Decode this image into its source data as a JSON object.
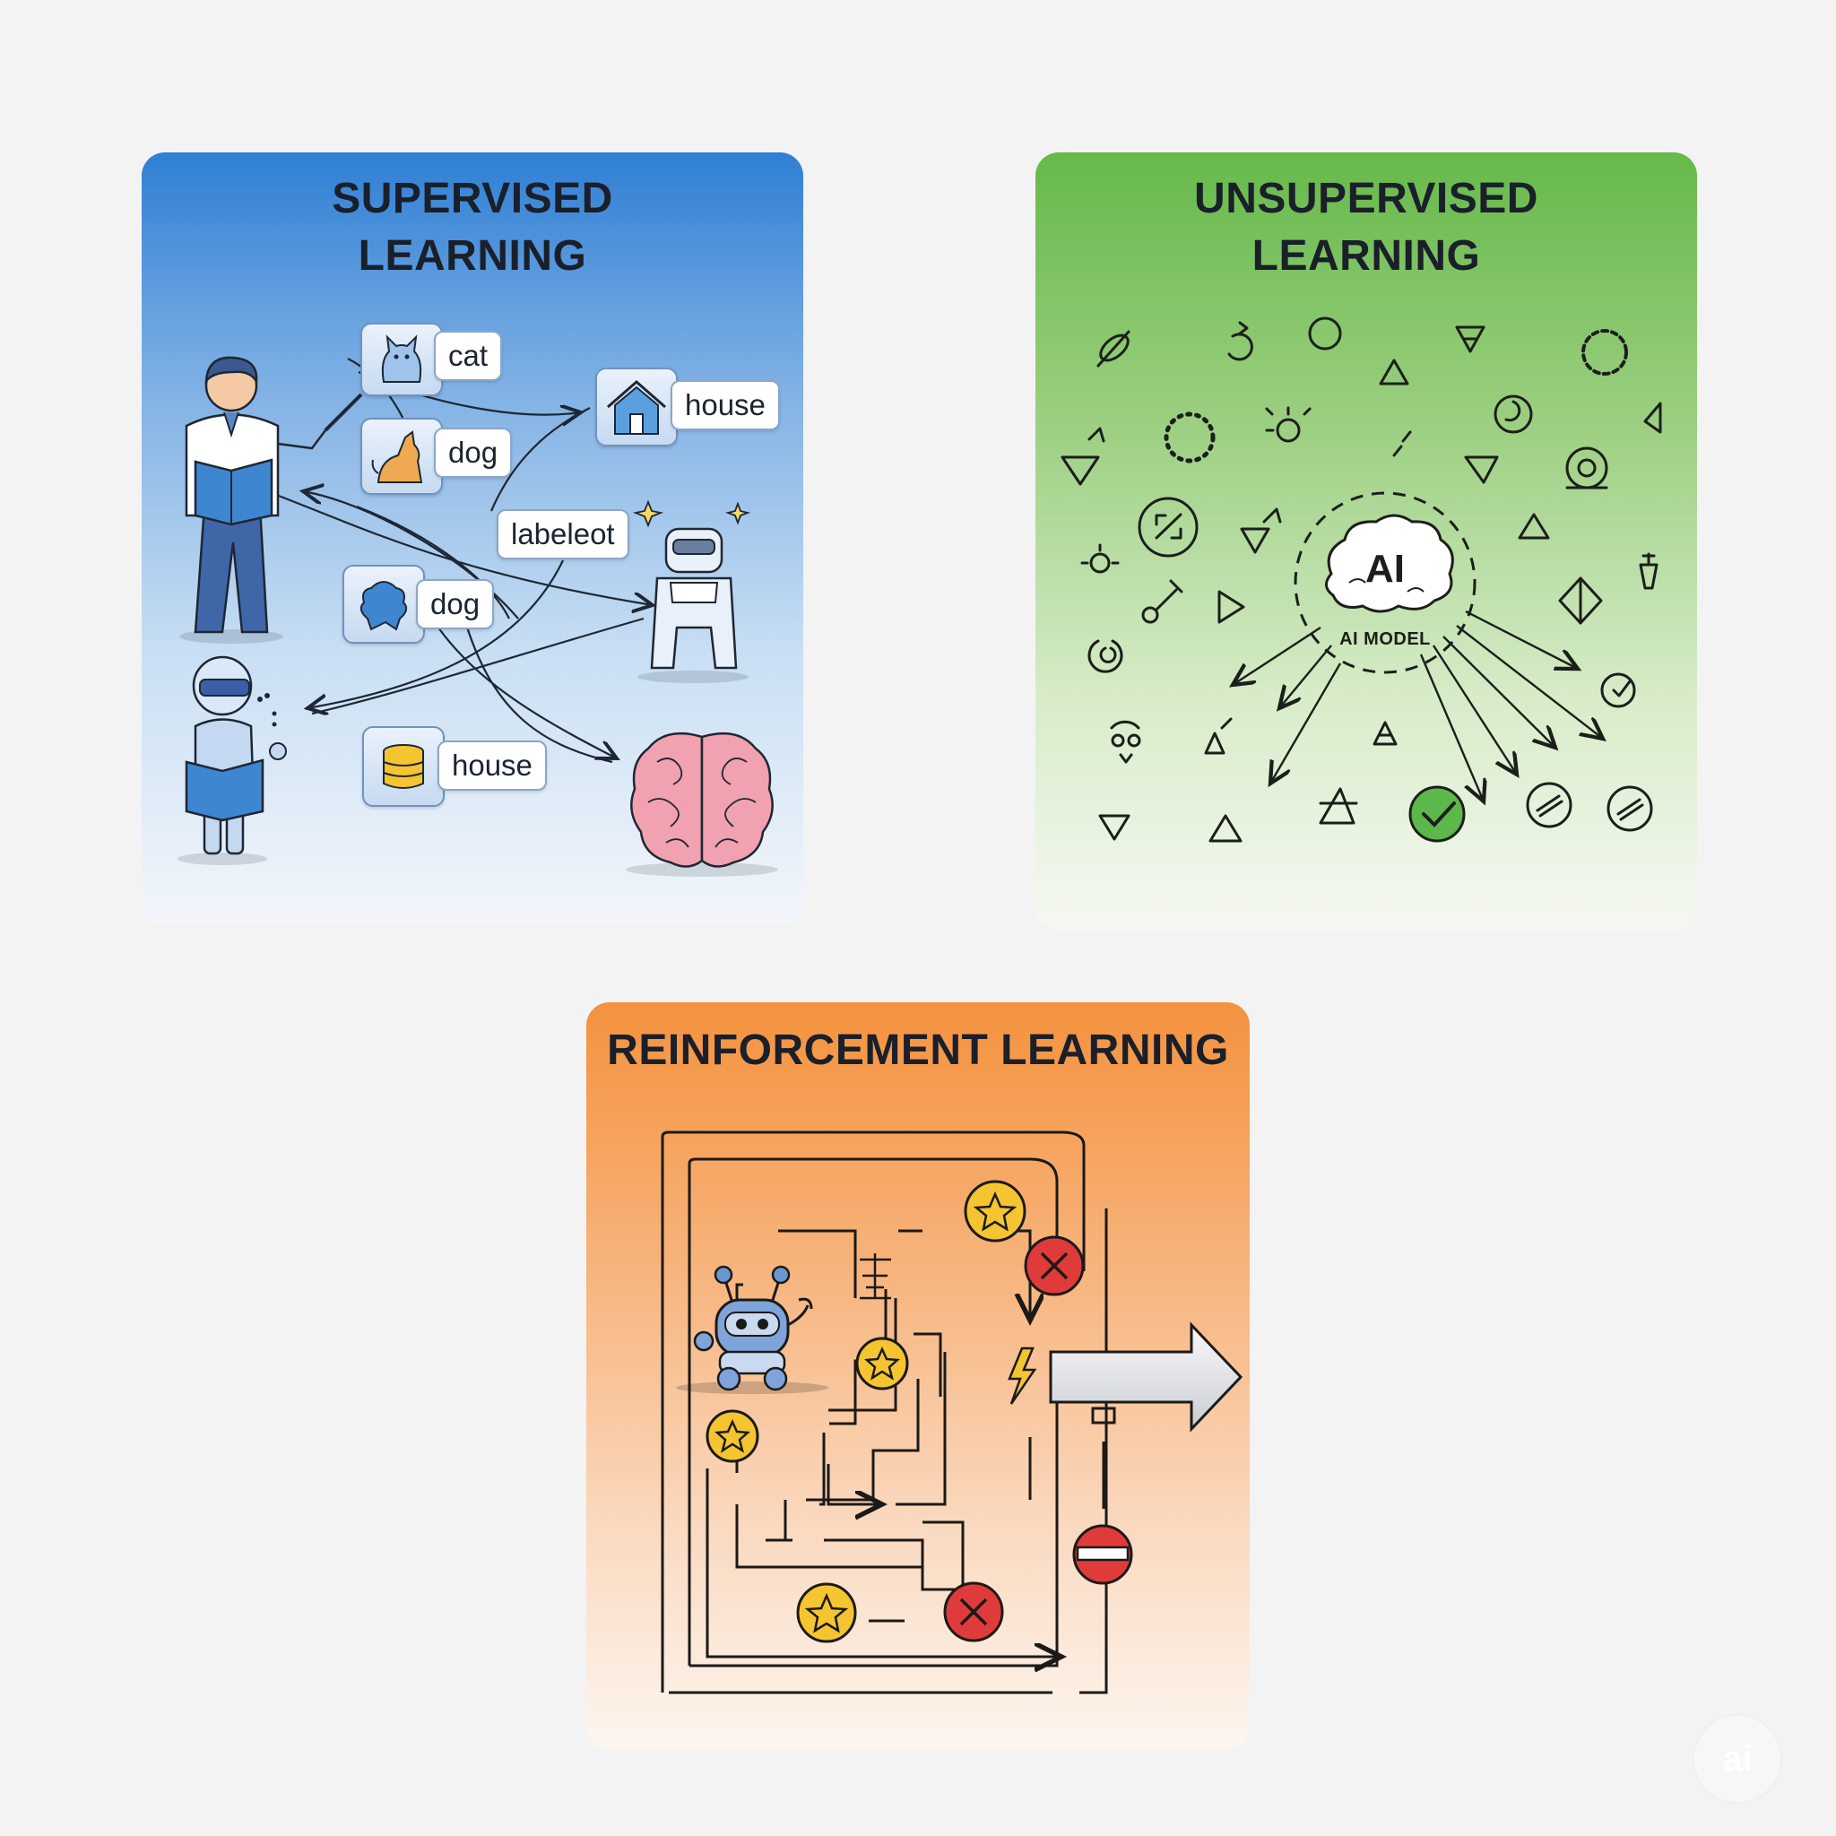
{
  "panels": {
    "supervised": {
      "title_line1": "SUPERVISED",
      "title_line2": "LEARNING",
      "labels": {
        "cat": "cat",
        "dog_top": "dog",
        "house_top": "house",
        "labeleot": "labeleot",
        "dog_bottom": "dog",
        "house_bottom": "house"
      }
    },
    "unsupervised": {
      "title_line1": "UNSUPERVISED",
      "title_line2": "LEARNING",
      "model_ai": "AI",
      "model_caption": "AI MODEL"
    },
    "reinforcement": {
      "title": "REINFORCEMENT LEARNING"
    }
  },
  "colors": {
    "supervised_accent": "#2f7fd4",
    "unsupervised_accent": "#66b94a",
    "reinforcement_accent": "#f4923e",
    "reward_star": "#f5c431",
    "penalty_x": "#e03b3b",
    "correct_check": "#5cb84a"
  },
  "icons": [
    "teacher-icon",
    "robot-icon",
    "brain-icon",
    "cat-icon",
    "dog-icon",
    "house-icon",
    "stack-icon",
    "star-coin-icon",
    "x-coin-icon",
    "stop-icon",
    "lightning-icon",
    "arrow-right-icon",
    "check-icon"
  ],
  "watermark": "ai"
}
